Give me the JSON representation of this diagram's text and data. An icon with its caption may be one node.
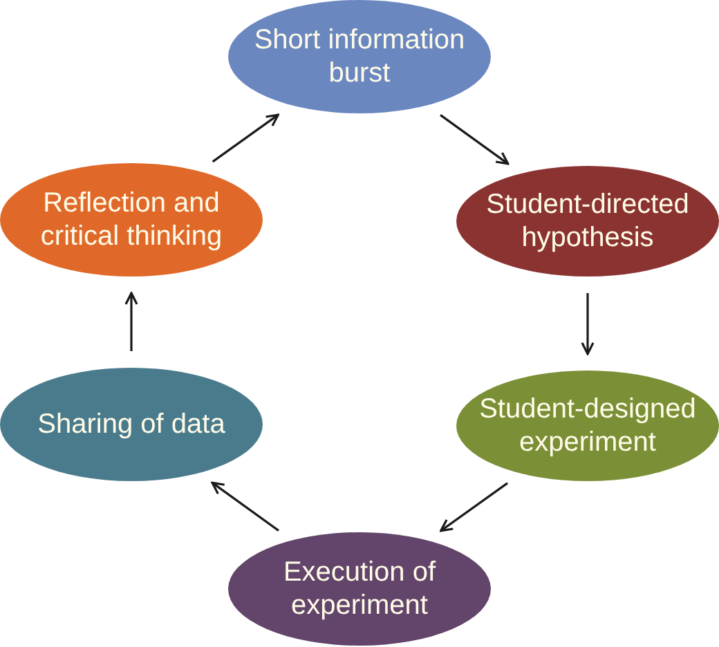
{
  "diagram": {
    "nodes": [
      {
        "text": [
          "Short information burst"
        ]
      },
      {
        "text": [
          "Student-directed hypothesis"
        ]
      },
      {
        "text": [
          "Student-designed experiment"
        ]
      },
      {
        "text": [
          "Execution of experiment"
        ]
      },
      {
        "text": [
          "Sharing of data"
        ]
      },
      {
        "text": [
          "Reflection and critical thinking"
        ]
      }
    ],
    "edges": [
      {
        "from": 0,
        "to": 1,
        "arrow": "to"
      },
      {
        "from": 1,
        "to": 2,
        "arrow": "to"
      },
      {
        "from": 2,
        "to": 3,
        "arrow": "to"
      },
      {
        "from": 3,
        "to": 4,
        "arrow": "to"
      },
      {
        "from": 4,
        "to": 5,
        "arrow": "to"
      },
      {
        "from": 5,
        "to": 0,
        "arrow": "to"
      }
    ]
  }
}
